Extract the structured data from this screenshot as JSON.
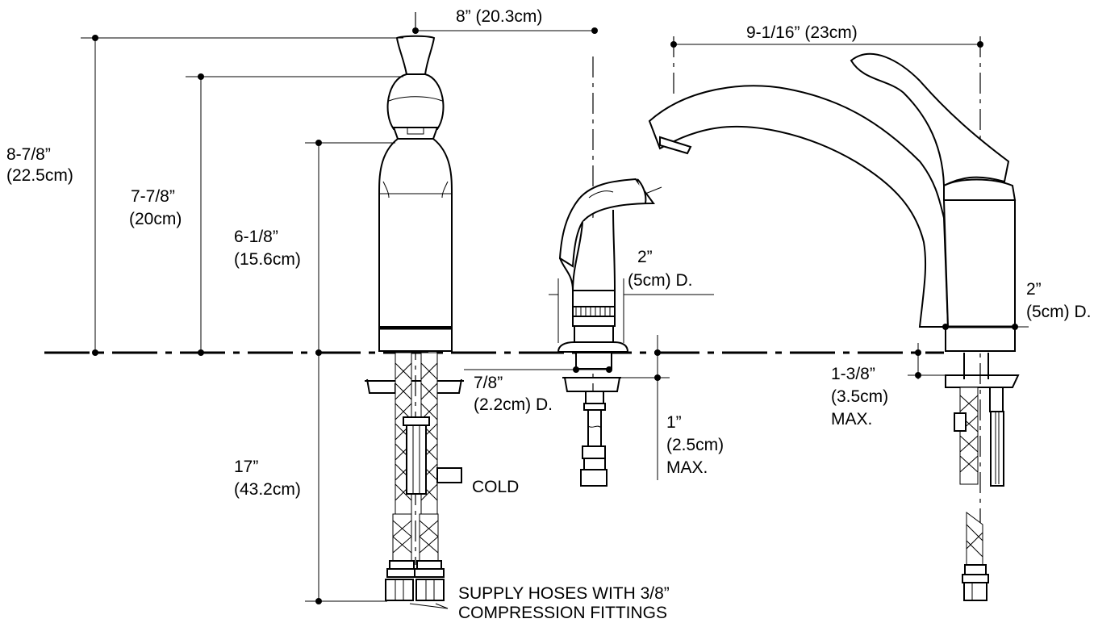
{
  "dimensions": {
    "width_top": "8” (20.3cm)",
    "spout_reach": "9-1/16” (23cm)",
    "overall_height": [
      "8-7/8”",
      "(22.5cm)"
    ],
    "handle_height": [
      "7-7/8”",
      "(20cm)"
    ],
    "body_height": [
      "6-1/8”",
      "(15.6cm)"
    ],
    "spray_diameter": [
      "2”",
      "(5cm) D."
    ],
    "spout_diameter": [
      "2”",
      "(5cm) D."
    ],
    "spray_hole_diameter": [
      "7/8”",
      "(2.2cm) D."
    ],
    "spray_deck_thickness": [
      "1”",
      "(2.5cm)",
      "MAX."
    ],
    "faucet_deck_thickness": [
      "1-3/8”",
      "(3.5cm)",
      "MAX."
    ],
    "hose_length": [
      "17”",
      "(43.2cm)"
    ]
  },
  "labels": {
    "cold": "COLD",
    "supply_hoses": [
      "SUPPLY HOSES WITH 3/8”",
      "COMPRESSION FITTINGS"
    ]
  }
}
